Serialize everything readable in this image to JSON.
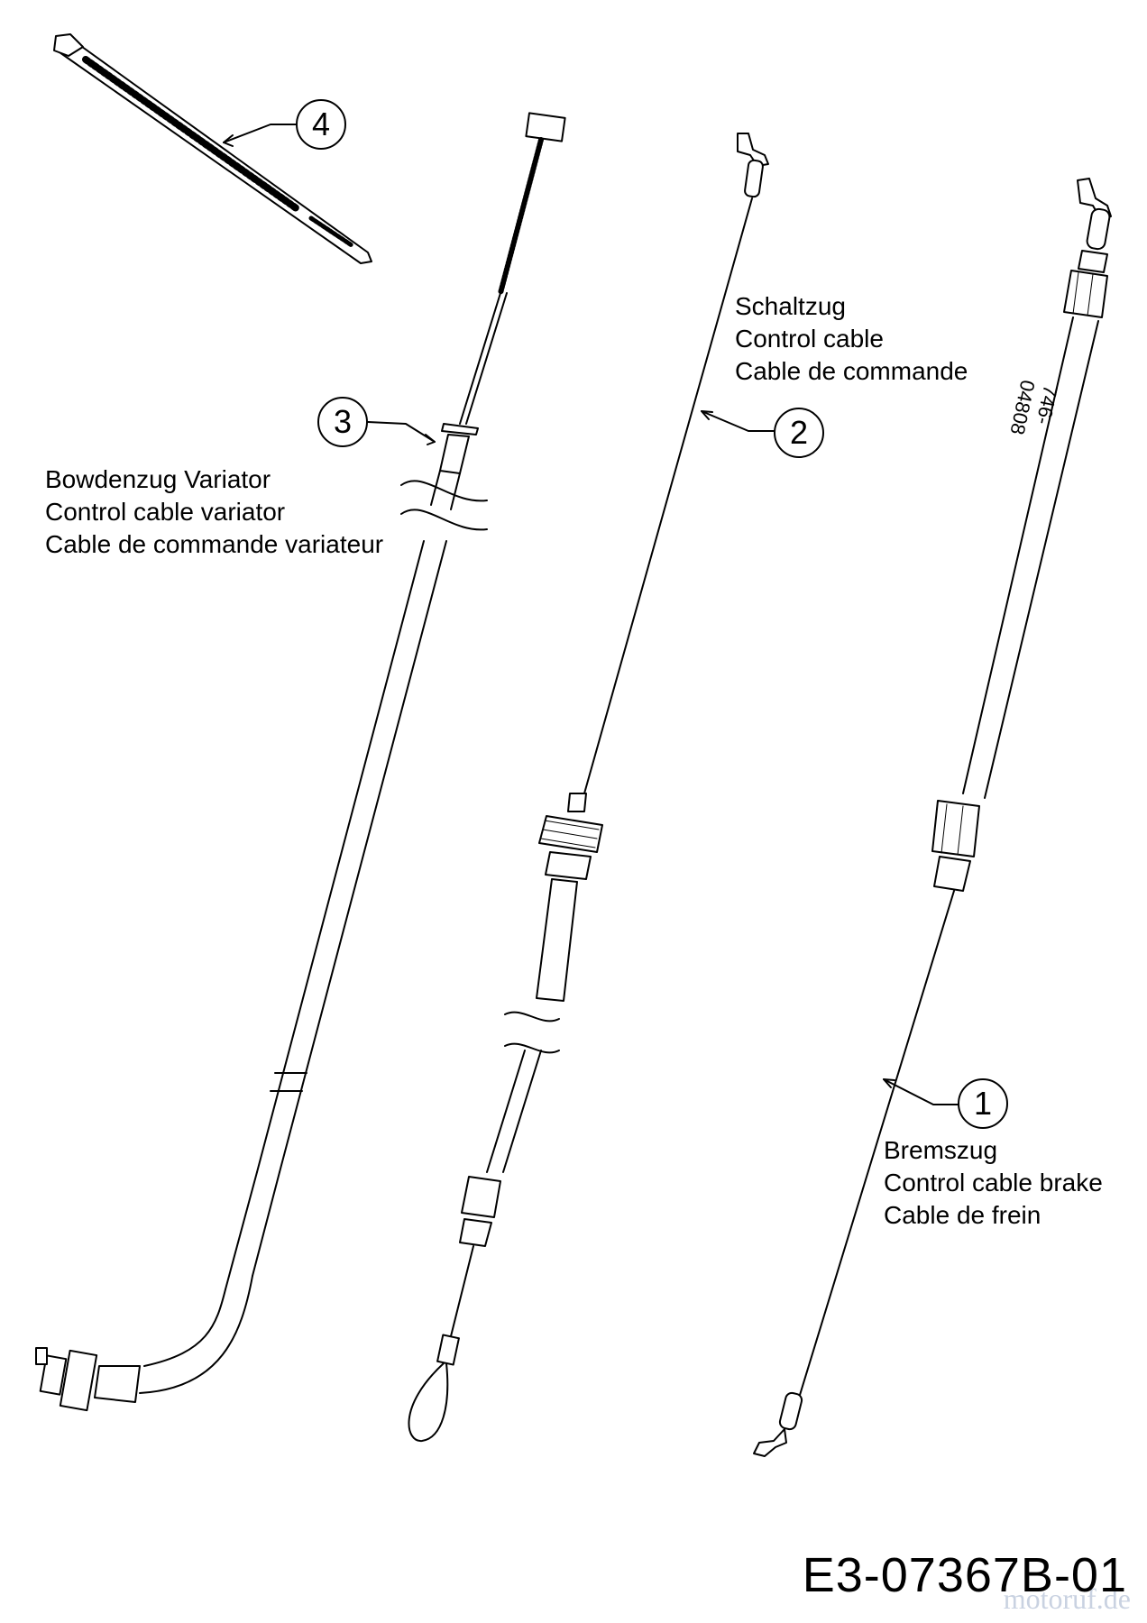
{
  "callouts": {
    "n1": "1",
    "n2": "2",
    "n3": "3",
    "n4": "4"
  },
  "labels": {
    "shift_cable": [
      "Schaltzug",
      "Control cable",
      "Cable de commande"
    ],
    "variator_cable": [
      "Bowdenzug Variator",
      "Control cable variator",
      "Cable de commande variateur"
    ],
    "brake_cable": [
      "Bremszug",
      "Control cable brake",
      "Cable de frein"
    ]
  },
  "part_number_on_cable": "746-04808",
  "diagram_code": "E3-07367B-01",
  "watermark": "motoruf.de"
}
